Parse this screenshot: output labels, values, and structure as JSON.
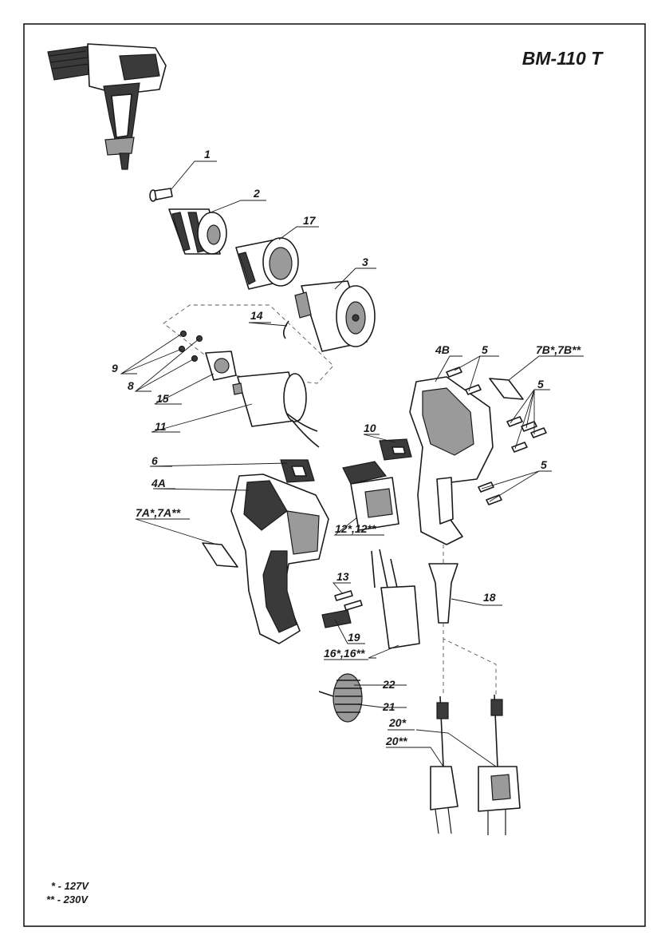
{
  "title": "BM-110 T",
  "legend": [
    {
      "mark": "* - 127V"
    },
    {
      "mark": "** - 230V"
    }
  ],
  "parts": [
    {
      "id": "1",
      "label": "1"
    },
    {
      "id": "2",
      "label": "2"
    },
    {
      "id": "17",
      "label": "17"
    },
    {
      "id": "3",
      "label": "3"
    },
    {
      "id": "14",
      "label": "14"
    },
    {
      "id": "9",
      "label": "9"
    },
    {
      "id": "8",
      "label": "8"
    },
    {
      "id": "15",
      "label": "15"
    },
    {
      "id": "11",
      "label": "11"
    },
    {
      "id": "4B",
      "label": "4B"
    },
    {
      "id": "5a",
      "label": "5"
    },
    {
      "id": "7B",
      "label": "7B*,7B**"
    },
    {
      "id": "5b",
      "label": "5"
    },
    {
      "id": "10",
      "label": "10"
    },
    {
      "id": "5c",
      "label": "5"
    },
    {
      "id": "6",
      "label": "6"
    },
    {
      "id": "4A",
      "label": "4A"
    },
    {
      "id": "7A",
      "label": "7A*,7A**"
    },
    {
      "id": "12",
      "label": "12*,12**"
    },
    {
      "id": "13",
      "label": "13"
    },
    {
      "id": "18",
      "label": "18"
    },
    {
      "id": "19",
      "label": "19"
    },
    {
      "id": "16",
      "label": "16*,16**"
    },
    {
      "id": "22",
      "label": "22"
    },
    {
      "id": "21",
      "label": "21"
    },
    {
      "id": "20a",
      "label": "20*"
    },
    {
      "id": "20b",
      "label": "20**"
    }
  ]
}
